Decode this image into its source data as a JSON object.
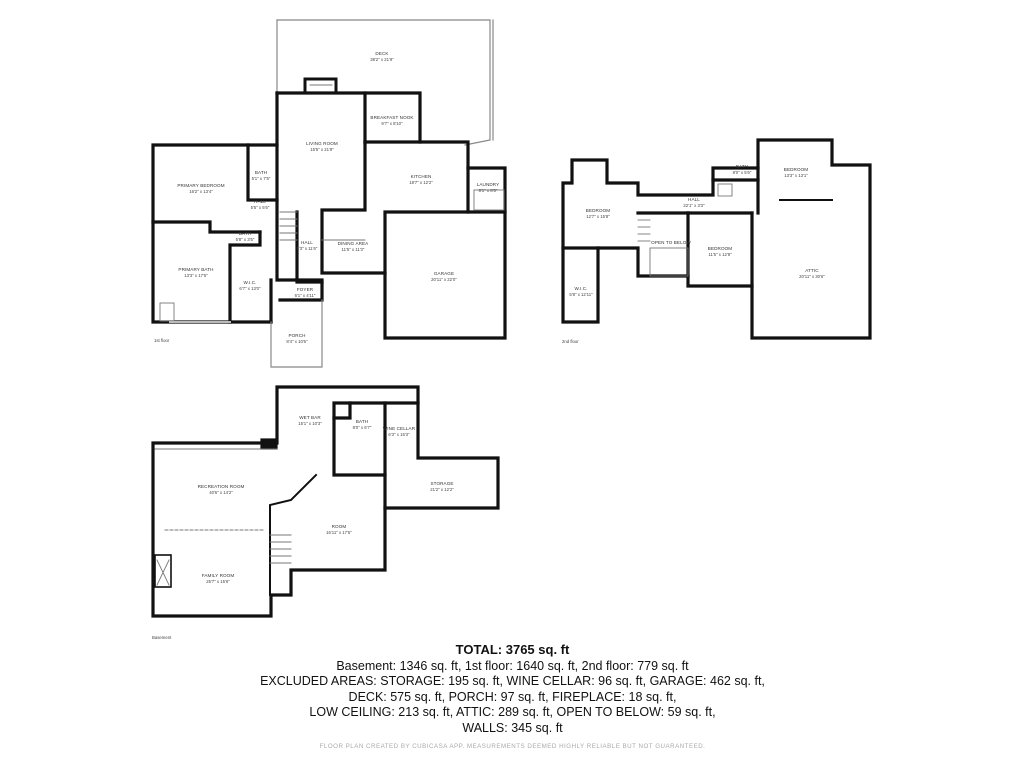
{
  "floors": {
    "first": {
      "label": "1st floor",
      "rooms": {
        "deck": {
          "name": "DECK",
          "dim": "38'2\" x 21'9\""
        },
        "breakfast": {
          "name": "BREAKFAST NOOK",
          "dim": "9'7\" x 8'10\""
        },
        "living": {
          "name": "LIVING ROOM",
          "dim": "15'5\" x 21'9\""
        },
        "bath": {
          "name": "BATH",
          "dim": "5'1\" x 7'5\""
        },
        "primary_bedroom": {
          "name": "PRIMARY BEDROOM",
          "dim": "16'2\" x 13'4\""
        },
        "hall_a": {
          "name": "HALL",
          "dim": "5'5\" x 5'6\""
        },
        "kitchen": {
          "name": "KITCHEN",
          "dim": "18'7\" x 12'2\""
        },
        "laundry": {
          "name": "LAUNDRY",
          "dim": "8'1\" x 8'5\""
        },
        "bath2": {
          "name": "BATH",
          "dim": "5'8\" x 3'5\""
        },
        "hall_b": {
          "name": "HALL",
          "dim": "5'3\" x 11'6\""
        },
        "dining": {
          "name": "DINING AREA",
          "dim": "11'5\" x 11'3\""
        },
        "primary_bath": {
          "name": "PRIMARY BATH",
          "dim": "13'3\" x 17'5\""
        },
        "wic": {
          "name": "W.I.C.",
          "dim": "6'7\" x 13'0\""
        },
        "garage": {
          "name": "GARAGE",
          "dim": "20'11\" x 22'0\""
        },
        "foyer": {
          "name": "FOYER",
          "dim": "6'1\" x 4'11\""
        },
        "porch": {
          "name": "PORCH",
          "dim": "8'4\" x 10'6\""
        }
      }
    },
    "second": {
      "label": "2nd floor",
      "rooms": {
        "bath": {
          "name": "BATH",
          "dim": "8'0\" x 5'6\""
        },
        "bedroom_ne": {
          "name": "BEDROOM",
          "dim": "13'3\" x 13'1\""
        },
        "hall": {
          "name": "HALL",
          "dim": "22'1\" x 3'3\""
        },
        "bedroom_w": {
          "name": "BEDROOM",
          "dim": "12'7\" x 15'8\""
        },
        "open": {
          "name": "OPEN TO BELOW",
          "dim": ""
        },
        "bedroom_c": {
          "name": "BEDROOM",
          "dim": "11'5\" x 12'8\""
        },
        "attic": {
          "name": "ATTIC",
          "dim": "20'11\" x 30'6\""
        },
        "wic": {
          "name": "W.I.C.",
          "dim": "5'8\" x 12'11\""
        }
      }
    },
    "basement": {
      "label": "Basement",
      "rooms": {
        "wet_bar": {
          "name": "WET BAR",
          "dim": "15'1\" x 10'3\""
        },
        "bath": {
          "name": "BATH",
          "dim": "8'0\" x 6'7\""
        },
        "wine": {
          "name": "WINE CELLAR",
          "dim": "6'3\" x 15'3\""
        },
        "recreation": {
          "name": "RECREATION ROOM",
          "dim": "40'6\" x 14'2\""
        },
        "storage": {
          "name": "STORAGE",
          "dim": "21'2\" x 12'2\""
        },
        "room": {
          "name": "ROOM",
          "dim": "16'11\" x 17'5\""
        },
        "family": {
          "name": "FAMILY ROOM",
          "dim": "25'7\" x 15'6\""
        }
      }
    }
  },
  "summary": {
    "total": "TOTAL: 3765 sq. ft",
    "lines": [
      "Basement: 1346 sq. ft, 1st floor: 1640 sq. ft, 2nd floor: 779 sq. ft",
      "EXCLUDED AREAS: STORAGE: 195 sq. ft, WINE CELLAR: 96 sq. ft, GARAGE: 462 sq. ft,",
      "DECK: 575 sq. ft, PORCH: 97 sq. ft, FIREPLACE: 18 sq. ft,",
      "LOW CEILING: 213 sq. ft, ATTIC: 289 sq. ft, OPEN TO BELOW: 59 sq. ft,",
      "WALLS: 345 sq. ft"
    ],
    "footer": "FLOOR PLAN CREATED BY CUBICASA APP. MEASUREMENTS DEEMED HIGHLY RELIABLE BUT NOT GUARANTEED."
  },
  "colors": {
    "wall": "#111111",
    "thin": "#555555",
    "background": "#ffffff"
  }
}
